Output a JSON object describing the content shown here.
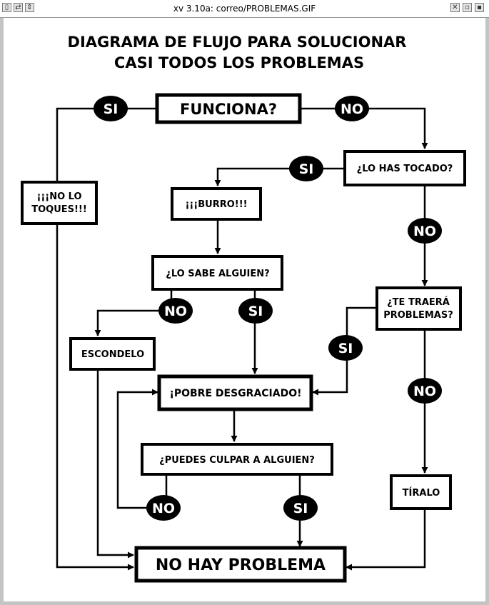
{
  "window": {
    "title": "xv 3.10a: correo/PROBLEMAS.GIF"
  },
  "diagram": {
    "title_line1": "DIAGRAMA DE FLUJO PARA SOLUCIONAR",
    "title_line2": "CASI TODOS LOS PROBLEMAS",
    "nodes": {
      "funciona": "FUNCIONA?",
      "lo_has_tocado": "¿LO HAS TOCADO?",
      "no_lo_toques_1": "¡¡¡NO LO",
      "no_lo_toques_2": "TOQUES!!!",
      "burro": "¡¡¡BURRO!!!",
      "lo_sabe_alguien": "¿LO SABE ALGUIEN?",
      "te_traera_1": "¿TE TRAERÁ",
      "te_traera_2": "PROBLEMAS?",
      "escondelo": "ESCONDELO",
      "pobre_desgraciado": "¡POBRE DESGRACIADO!",
      "puedes_culpar": "¿PUEDES CULPAR A ALGUIEN?",
      "tiralo": "TÍRALO",
      "no_hay_problema": "NO HAY PROBLEMA"
    },
    "labels": {
      "si": "SI",
      "no": "NO"
    }
  },
  "colors": {
    "ink": "#000000",
    "paper": "#ffffff",
    "frame": "#c4c4c4"
  }
}
